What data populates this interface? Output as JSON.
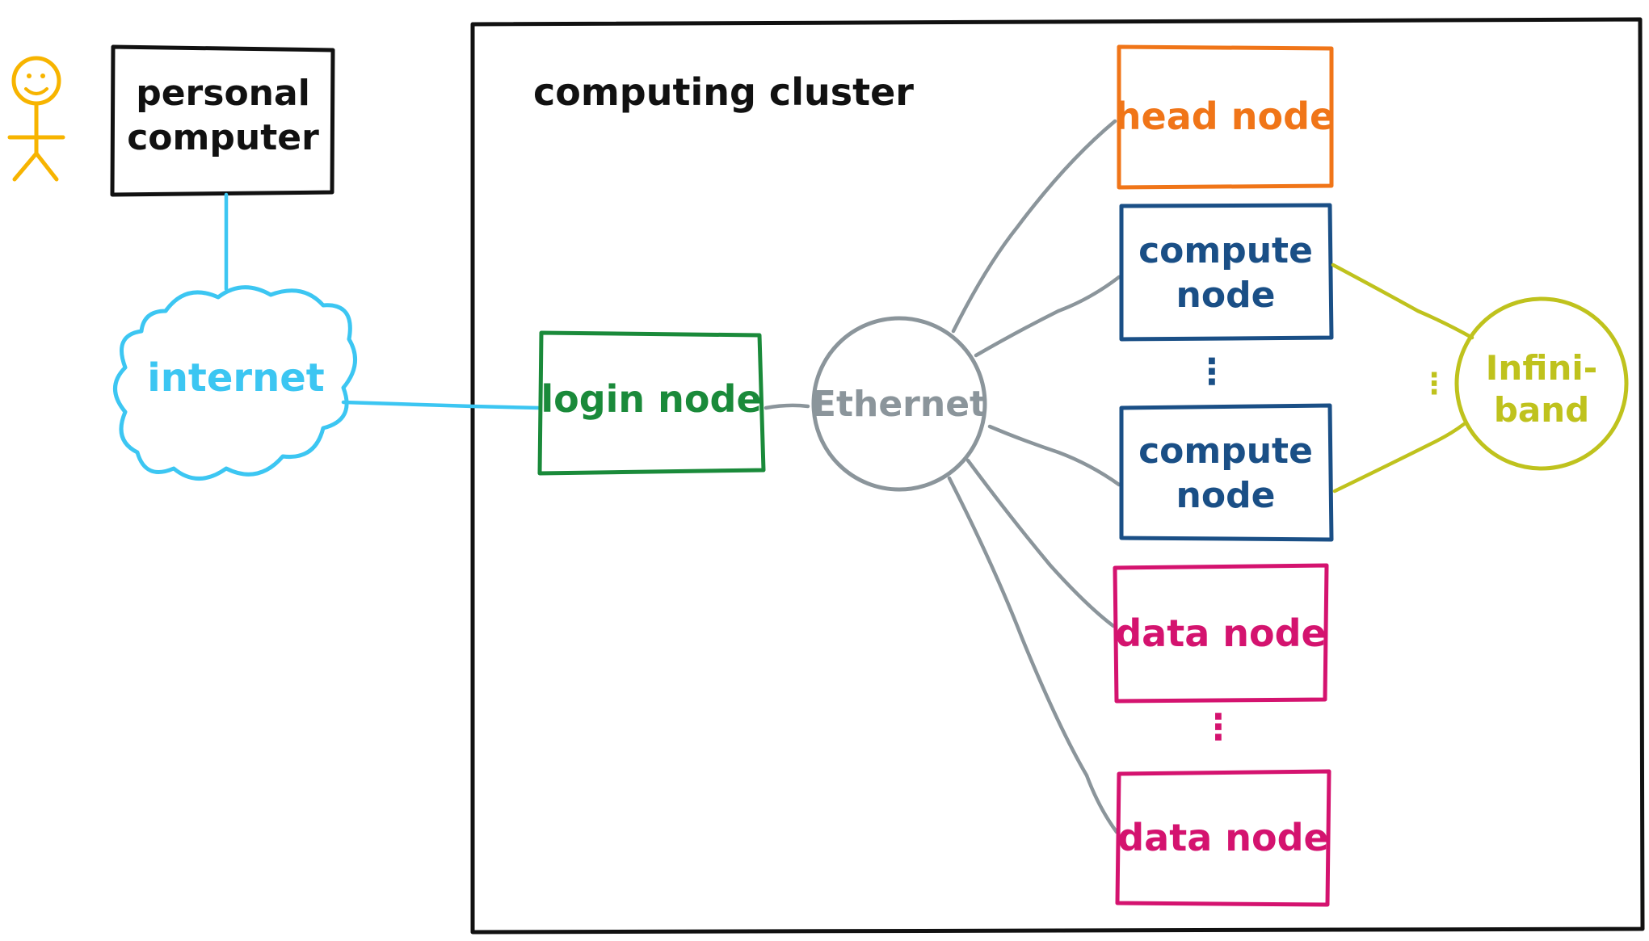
{
  "colors": {
    "black": "#111111",
    "person": "#f7b400",
    "internet": "#3cc6f2",
    "login": "#1a8a3a",
    "ethernet": "#8b959b",
    "head": "#f07518",
    "compute": "#1a4f86",
    "data": "#d4136f",
    "infiniband": "#bfc21d"
  },
  "person": {
    "icon": "stick-figure-icon"
  },
  "personal_computer": {
    "line1": "personal",
    "line2": "computer"
  },
  "internet": {
    "label": "internet",
    "icon": "cloud-icon"
  },
  "cluster": {
    "label": "computing cluster"
  },
  "login_node": {
    "label": "login node"
  },
  "ethernet": {
    "label": "Ethernet"
  },
  "head_node": {
    "label": "head node"
  },
  "compute_nodes": [
    {
      "line1": "compute",
      "line2": "node"
    },
    {
      "line1": "compute",
      "line2": "node"
    }
  ],
  "data_nodes": [
    {
      "label": "data node"
    },
    {
      "label": "data node"
    }
  ],
  "infiniband": {
    "line1": "Infini-",
    "line2": "band"
  },
  "ellipsis": "⋮"
}
